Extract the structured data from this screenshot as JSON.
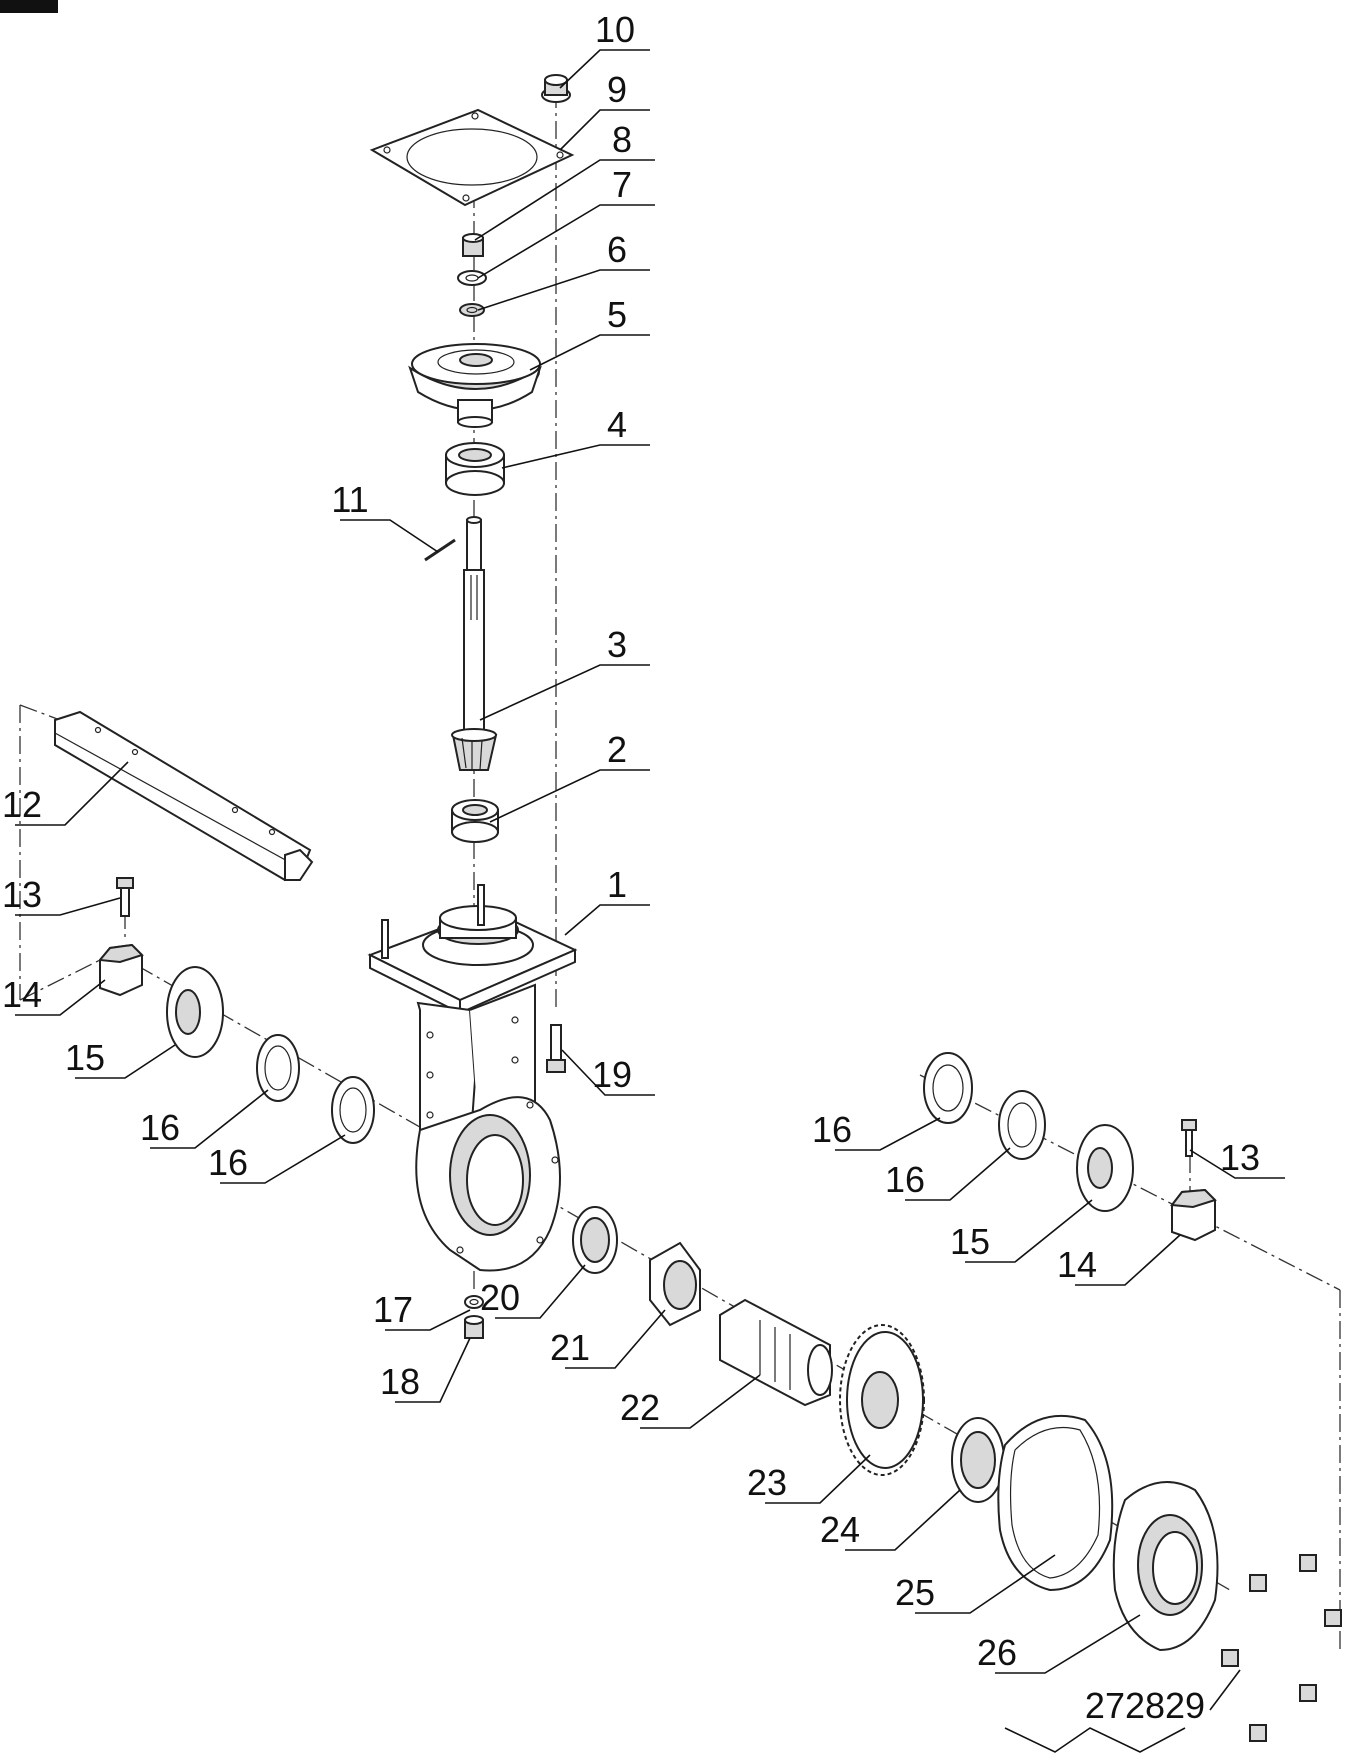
{
  "diagram": {
    "type": "exploded-parts-drawing",
    "callouts": [
      {
        "key": "p10",
        "label": "10"
      },
      {
        "key": "p9",
        "label": "9"
      },
      {
        "key": "p8",
        "label": "8"
      },
      {
        "key": "p7",
        "label": "7"
      },
      {
        "key": "p6",
        "label": "6"
      },
      {
        "key": "p5",
        "label": "5"
      },
      {
        "key": "p4",
        "label": "4"
      },
      {
        "key": "p11",
        "label": "11"
      },
      {
        "key": "p3",
        "label": "3"
      },
      {
        "key": "p2",
        "label": "2"
      },
      {
        "key": "p12",
        "label": "12"
      },
      {
        "key": "p1",
        "label": "1"
      },
      {
        "key": "p13a",
        "label": "13"
      },
      {
        "key": "p14a",
        "label": "14"
      },
      {
        "key": "p15a",
        "label": "15"
      },
      {
        "key": "p19",
        "label": "19"
      },
      {
        "key": "p16a",
        "label": "16"
      },
      {
        "key": "p16b",
        "label": "16"
      },
      {
        "key": "p16c",
        "label": "16"
      },
      {
        "key": "p16d",
        "label": "16"
      },
      {
        "key": "p13b",
        "label": "13"
      },
      {
        "key": "p15b",
        "label": "15"
      },
      {
        "key": "p14b",
        "label": "14"
      },
      {
        "key": "p17",
        "label": "17"
      },
      {
        "key": "p20",
        "label": "20"
      },
      {
        "key": "p21",
        "label": "21"
      },
      {
        "key": "p18",
        "label": "18"
      },
      {
        "key": "p22",
        "label": "22"
      },
      {
        "key": "p23",
        "label": "23"
      },
      {
        "key": "p24",
        "label": "24"
      },
      {
        "key": "p25",
        "label": "25"
      },
      {
        "key": "p26",
        "label": "26"
      },
      {
        "key": "p272829",
        "label": "272829"
      }
    ]
  }
}
